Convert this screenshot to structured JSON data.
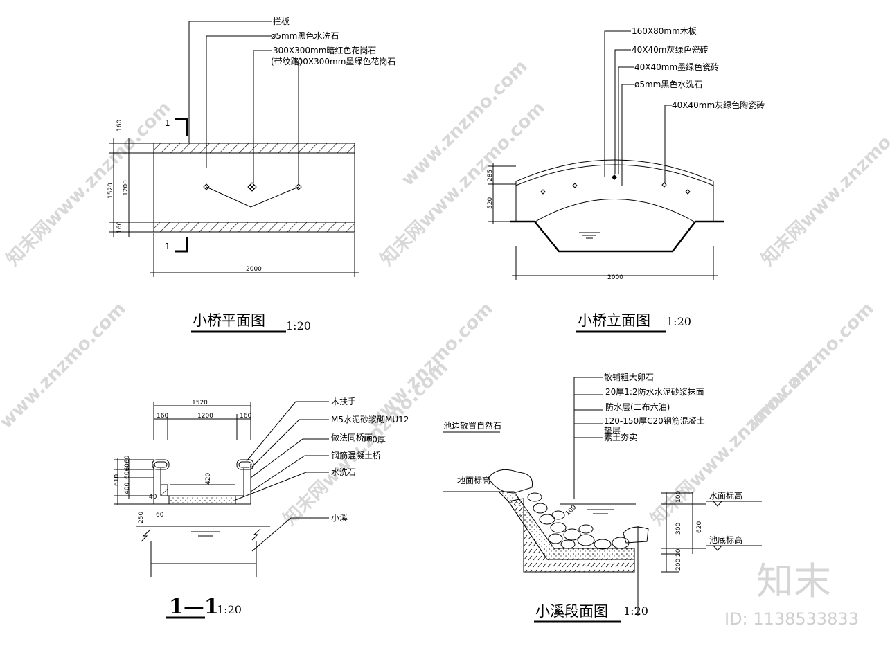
{
  "watermarks": {
    "site": "www.znzmo.com",
    "site_brand": "知末网www.znzmo.com",
    "logo": "知末",
    "id_label": "ID: 1138533833"
  },
  "plan": {
    "title": "小桥平面图",
    "scale": "1:20",
    "section_mark": "1",
    "callouts": [
      "拦板",
      "ø5mm黑色水洗石",
      "300X300mm暗红色花岗石",
      "(带纹路)",
      "300X300mm墨绿色花岗石"
    ],
    "dims": {
      "top_rail": "160",
      "total": "1520",
      "middle": "1200",
      "bottom_rail": "160",
      "length": "2000"
    }
  },
  "elevation": {
    "title": "小桥立面图",
    "scale": "1:20",
    "callouts": [
      "160X80mm木板",
      "40X40m灰绿色瓷砖",
      "40X40mm墨绿色瓷砖",
      "ø5mm黑色水洗石",
      "40X40mm灰绿色陶瓷砖"
    ],
    "dims": {
      "deck": "285",
      "arch": "520",
      "length": "2000"
    }
  },
  "section": {
    "title": "1—1",
    "scale": "1:20",
    "callouts": [
      "木扶手",
      "M5水泥砂浆砌MU12",
      "做法同桥面",
      "160厚",
      "钢筋混凝土桥",
      "水洗石",
      "小溪"
    ],
    "dims": {
      "overall": "1520",
      "left": "160",
      "middle": "1200",
      "right": "160",
      "h610": "610",
      "h606060": "606060",
      "h400": "400",
      "inner": "420",
      "h40": "40",
      "base": "250",
      "w60": "60"
    }
  },
  "stream": {
    "title": "小溪段面图",
    "scale": "1:20",
    "callouts": [
      "散铺粗大卵石",
      "20厚1:2防水水泥砂浆抹面",
      "防水层(二布六油)",
      "120-150厚C20钢筋混凝土",
      "垫层",
      "素土夯实",
      "池边散置自然石",
      "地面标高",
      "水面标高",
      "池底标高"
    ],
    "dims": {
      "d100": "100",
      "d300": "300",
      "d620": "620",
      "d20": "20",
      "d200": "200",
      "slope": "100"
    }
  }
}
